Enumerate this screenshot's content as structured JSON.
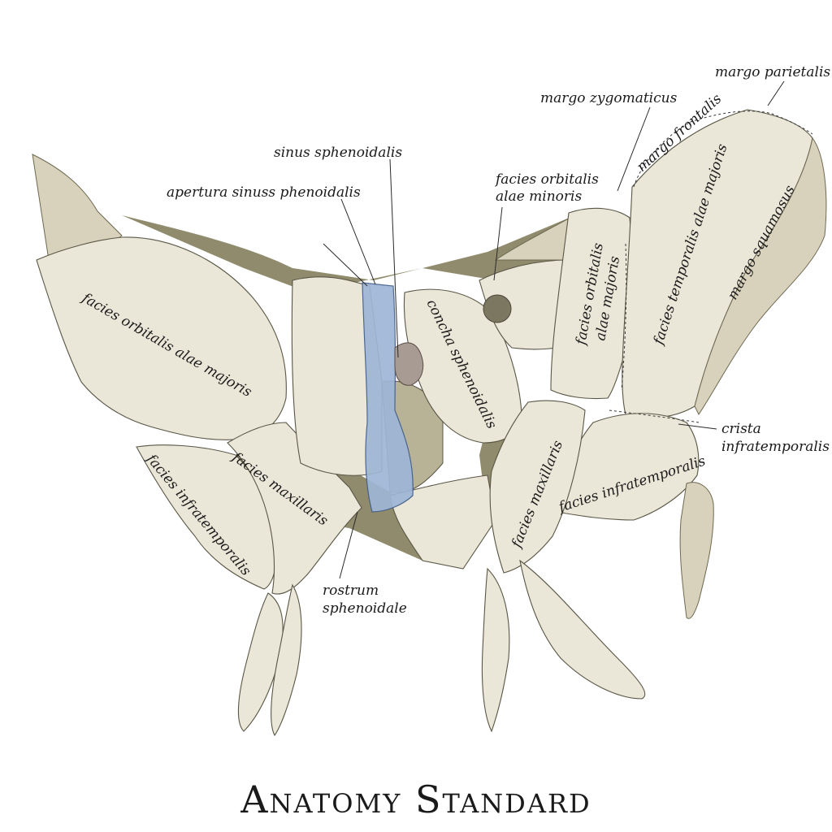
{
  "labels": {
    "margo_parietalis": "margo parietalis",
    "margo_zygomaticus": "margo zygomaticus",
    "margo_frontalis": "margo frontalis",
    "sinus_sphenoidalis": "sinus sphenoidalis",
    "apertura_sinus": "apertura sinuss phenoidalis",
    "facies_orbitalis_alae_minoris_1": "facies orbitalis",
    "facies_orbitalis_alae_minoris_2": "alae minoris",
    "facies_temporalis_alae_majoris": "facies temporalis alae majoris",
    "margo_squamosus": "margo squamosus",
    "facies_orbitalis_alae_majoris_left": "facies orbitalis alae majoris",
    "concha_sphenoidalis": "concha sphenoidalis",
    "facies_orbitalis_alae_majoris_right_1": "facies orbitalis",
    "facies_orbitalis_alae_majoris_right_2": "alae majoris",
    "crista_infratemporalis_1": "crista",
    "crista_infratemporalis_2": "infratemporalis",
    "facies_maxillaris_left": "facies maxillaris",
    "facies_infratemporalis_left": "facies infratemporalis",
    "facies_maxillaris_right": "facies maxillaris",
    "facies_infratemporalis_right": "facies infratemporalis",
    "rostrum_1": "rostrum",
    "rostrum_2": "sphenoidale"
  },
  "brand": "Anatomy Standard",
  "colors": {
    "bone": "#ebe7d8",
    "bone_shadow": "#8f8b6c",
    "sinus_highlight": "#9fb6d6",
    "text": "#1a1a1a"
  }
}
